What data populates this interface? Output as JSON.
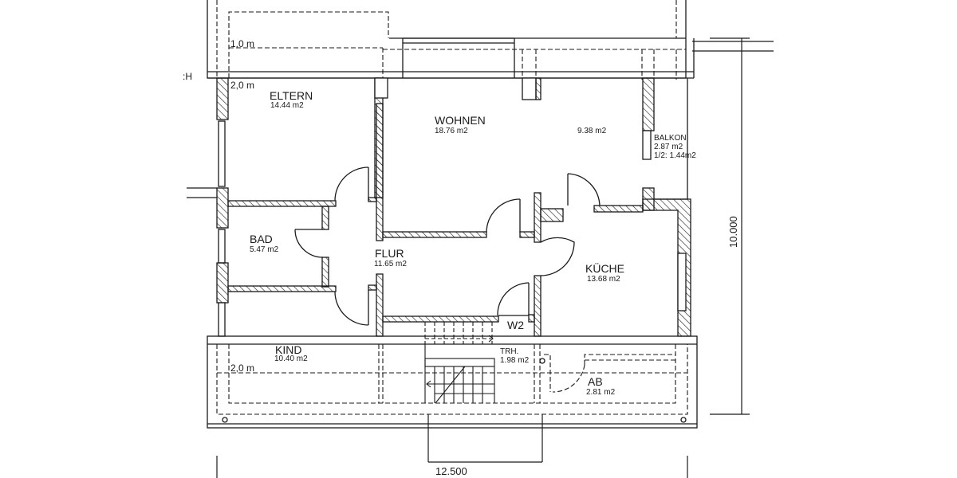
{
  "plan": {
    "rooms": [
      {
        "id": "eltern",
        "name": "ELTERN",
        "area": "14.44 m2"
      },
      {
        "id": "wohnen",
        "name": "WOHNEN",
        "area": "18.76 m2"
      },
      {
        "id": "wohnen-extra",
        "name": "",
        "area": "9.38 m2"
      },
      {
        "id": "balkon",
        "name": "BALKON",
        "area": "2.87 m2",
        "half": "1/2: 1.44m2"
      },
      {
        "id": "bad",
        "name": "BAD",
        "area": "5.47 m2"
      },
      {
        "id": "flur",
        "name": "FLUR",
        "area": "11.65 m2"
      },
      {
        "id": "kueche",
        "name": "KÜCHE",
        "area": "13.68 m2"
      },
      {
        "id": "w2",
        "name": "W2",
        "area": ""
      },
      {
        "id": "kind",
        "name": "KIND",
        "area": "10.40 m2"
      },
      {
        "id": "trh",
        "name": "TRH.",
        "area": "1.98 m2"
      },
      {
        "id": "ab",
        "name": "AB",
        "area": "2.81 m2"
      }
    ],
    "height_notes": {
      "top_1m": "1,0 m",
      "top_2m": "2,0 m",
      "bottom_2m": "2,0 m"
    },
    "edge_label": ":H",
    "dimensions": {
      "width": "12.500",
      "height": "10.000"
    },
    "colors": {
      "line": "#1a1a1a",
      "background": "#ffffff"
    }
  }
}
